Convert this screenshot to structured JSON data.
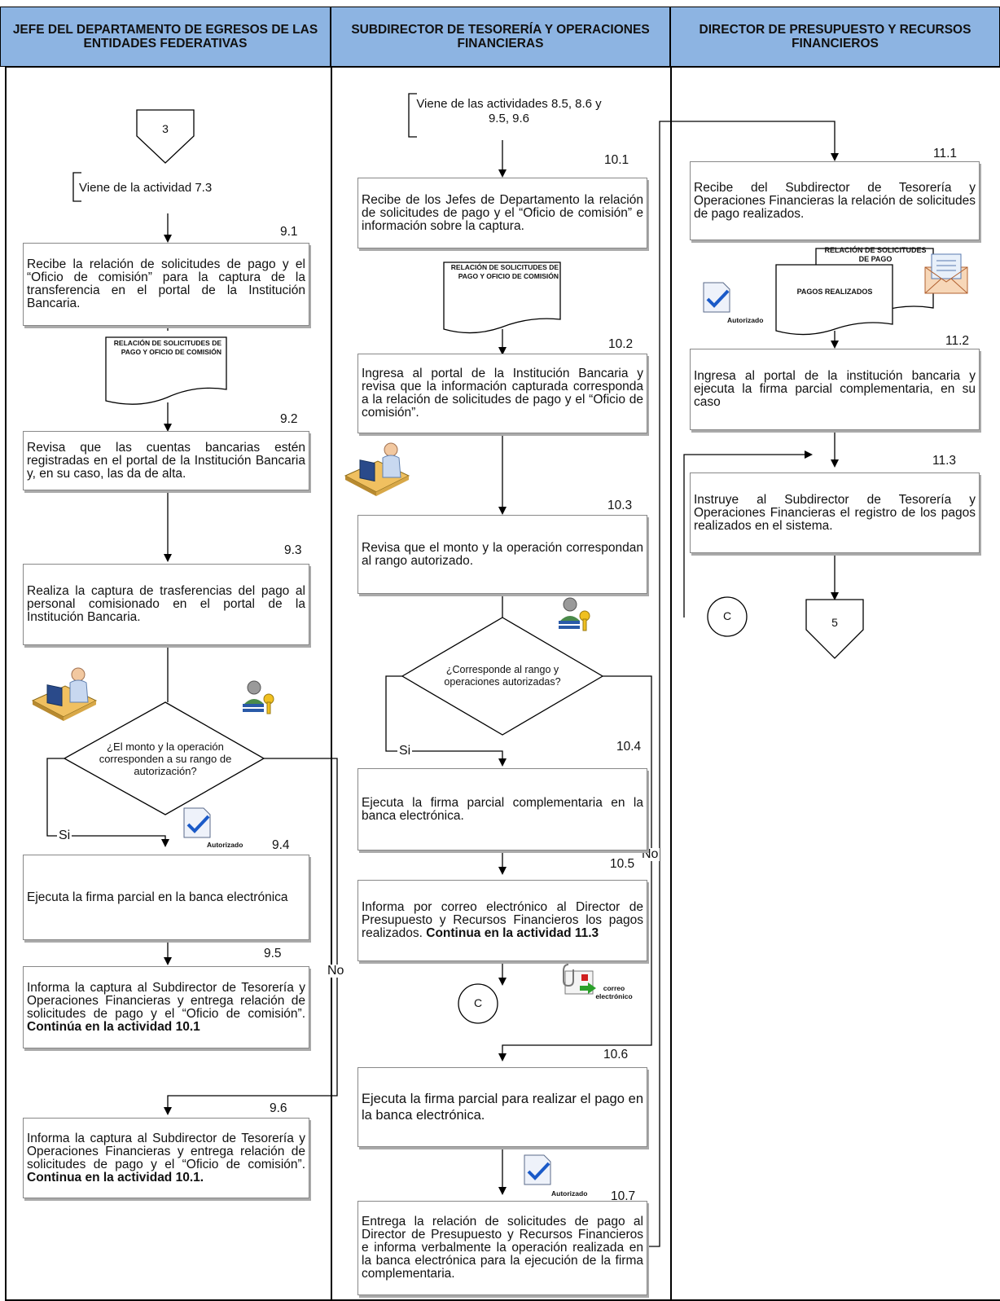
{
  "lanes": [
    {
      "title": "JEFE DEL DEPARTAMENTO DE EGRESOS DE LAS ENTIDADES FEDERATIVAS"
    },
    {
      "title": "SUBDIRECTOR DE TESORERÍA Y OPERACIONES FINANCIERAS"
    },
    {
      "title": "DIRECTOR DE PRESUPUESTO Y RECURSOS FINANCIEROS"
    }
  ],
  "lane1": {
    "connector_in": "3",
    "origin_note": "Viene de la actividad 7.3",
    "a91": {
      "num": "9.1",
      "text": "Recibe la relación de solicitudes de pago y el “Oficio de comisión” para la captura de la transferencia en el portal de la Institución Bancaria."
    },
    "doc1": "RELACIÓN DE SOLICITUDES DE PAGO Y OFICIO DE COMISIÓN",
    "a92": {
      "num": "9.2",
      "text": "Revisa que las cuentas bancarias estén registradas en el portal de la Institución Bancaria y, en su caso, las da de alta."
    },
    "a93": {
      "num": "9.3",
      "text": "Realiza la captura de trasferencias del pago al personal comisionado en el portal de la Institución Bancaria."
    },
    "decision": "¿El monto y la operación corresponden a su rango de autorización?",
    "yes": "Si",
    "no": "No",
    "authorized": "Autorizado",
    "a94": {
      "num": "9.4",
      "text": "Ejecuta la firma parcial en la banca electrónica"
    },
    "a95": {
      "num": "9.5",
      "text": "Informa la captura al Subdirector de Tesorería y Operaciones Financieras y entrega relación de solicitudes de pago y el “Oficio de comisión”. ",
      "bold": "Continúa en la actividad 10.1"
    },
    "a96": {
      "num": "9.6",
      "text": "Informa la captura al Subdirector de Tesorería y Operaciones Financieras y entrega relación de solicitudes de pago y el “Oficio de comisión”. ",
      "bold": "Continua en la actividad 10.1."
    }
  },
  "lane2": {
    "origin_note": "Viene de las actividades 8.5, 8.6 y 9.5, 9.6",
    "a101": {
      "num": "10.1",
      "text": "Recibe de los Jefes de Departamento la relación de solicitudes de pago y el “Oficio de comisión” e información sobre la captura."
    },
    "doc1": "RELACIÓN DE SOLICITUDES DE PAGO Y OFICIO DE COMISIÓN",
    "a102": {
      "num": "10.2",
      "text": "Ingresa al portal de la Institución Bancaria y revisa que la información capturada corresponda a la relación de solicitudes de pago y el “Oficio de comisión”."
    },
    "a103": {
      "num": "10.3",
      "text": "Revisa que el monto y la operación correspondan al rango autorizado."
    },
    "decision": "¿Corresponde al rango y operaciones autorizadas?",
    "yes": "Si",
    "no": "No",
    "a104": {
      "num": "10.4",
      "text": "Ejecuta la firma parcial complementaria en la banca electrónica."
    },
    "a105": {
      "num": "10.5",
      "text": "Informa por correo electrónico al Director de Presupuesto y Recursos Financieros los pagos realizados. ",
      "bold": "Continua en la actividad 11.3"
    },
    "connector_c": "C",
    "email_caption": "correo electrónico",
    "a106": {
      "num": "10.6",
      "text": "Ejecuta la firma parcial para realizar el pago en la banca electrónica."
    },
    "authorized": "Autorizado",
    "a107": {
      "num": "10.7",
      "text": "Entrega la relación de solicitudes de pago al Director de Presupuesto y Recursos Financieros e informa verbalmente la operación realizada en la banca electrónica para la ejecución de la firma complementaria."
    }
  },
  "lane3": {
    "a111": {
      "num": "11.1",
      "text": "Recibe del Subdirector de Tesorería y Operaciones Financieras la relación de solicitudes de pago realizados."
    },
    "doc_back": "RELACIÓN DE SOLICITUDES DE PAGO",
    "doc_front": "PAGOS REALIZADOS",
    "authorized": "Autorizado",
    "a112": {
      "num": "11.2",
      "text": "Ingresa al portal de la institución bancaria y ejecuta la firma parcial complementaria, en su caso"
    },
    "a113": {
      "num": "11.3",
      "text": "Instruye al Subdirector de Tesorería y Operaciones Financieras el registro de los pagos realizados en el sistema."
    },
    "connector_c": "C",
    "connector_out": "5"
  }
}
